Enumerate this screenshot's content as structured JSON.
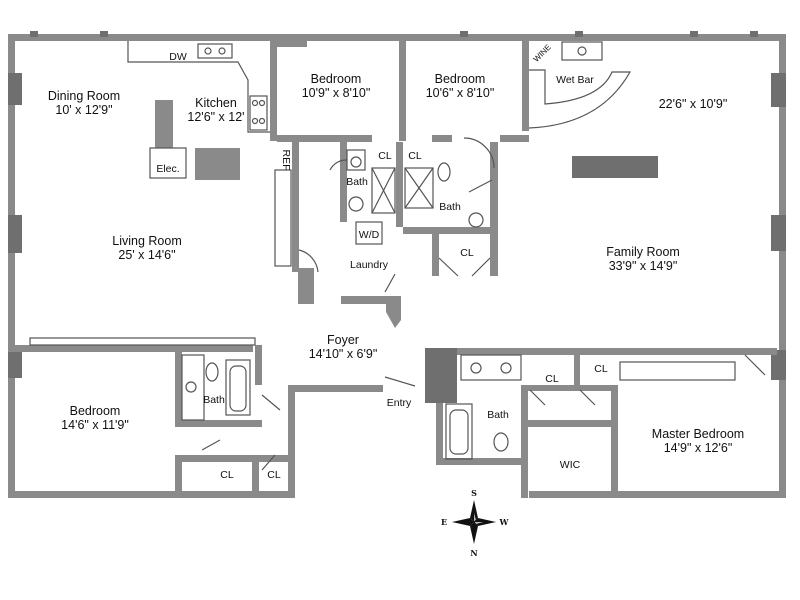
{
  "rooms": {
    "dining": {
      "name": "Dining Room",
      "dims": "10' x 12'9\""
    },
    "kitchen": {
      "name": "Kitchen",
      "dims": "12'6\" x 12'"
    },
    "bed1": {
      "name": "Bedroom",
      "dims": "10'9\" x 8'10\""
    },
    "bed2": {
      "name": "Bedroom",
      "dims": "10'6\" x 8'10\""
    },
    "bar_room": {
      "dims": "22'6\" x 10'9\""
    },
    "living": {
      "name": "Living Room",
      "dims": "25' x 14'6\""
    },
    "family": {
      "name": "Family Room",
      "dims": "33'9\" x 14'9\""
    },
    "foyer": {
      "name": "Foyer",
      "dims": "14'10\" x 6'9\""
    },
    "bed3": {
      "name": "Bedroom",
      "dims": "14'6\" x 11'9\""
    },
    "master": {
      "name": "Master Bedroom",
      "dims": "14'9\" x 12'6\""
    }
  },
  "labels": {
    "dw": "DW",
    "wine": "WINE",
    "wet_bar": "Wet Bar",
    "elec": "Elec.",
    "ref": "REF",
    "cl": "CL",
    "bath": "Bath",
    "wd": "W/D",
    "laundry": "Laundry",
    "entry": "Entry",
    "wic": "WIC"
  },
  "compass": {
    "n": "N",
    "s": "S",
    "e": "E",
    "w": "W"
  }
}
